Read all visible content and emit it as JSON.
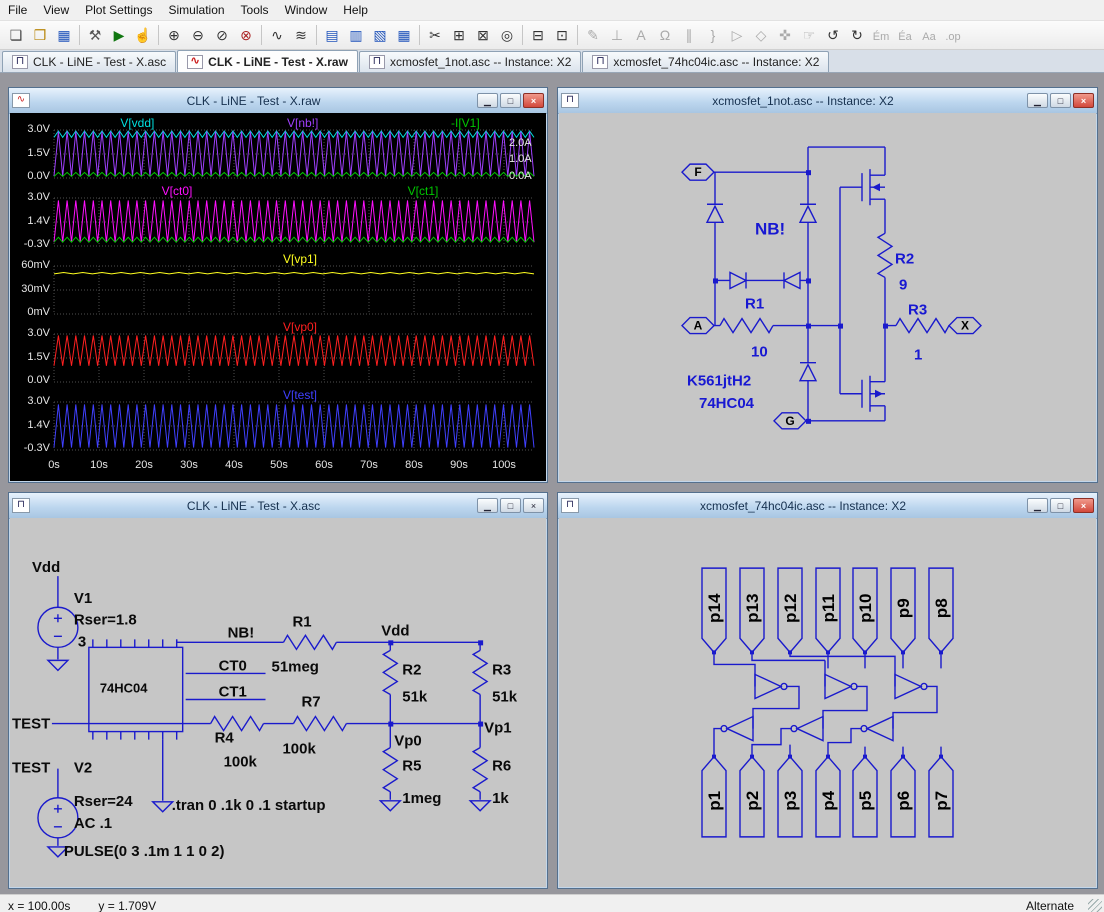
{
  "chrome": {
    "minimize_glyph": "▁",
    "maximize_glyph": "□",
    "close_glyph": "×"
  },
  "menubar": {
    "items": [
      "File",
      "View",
      "Plot Settings",
      "Simulation",
      "Tools",
      "Window",
      "Help"
    ]
  },
  "toolbar": {
    "icons": [
      {
        "name": "new-schematic",
        "glyph": "❏",
        "color": "#444"
      },
      {
        "name": "open-file",
        "glyph": "❒",
        "color": "#b8860b"
      },
      {
        "name": "save",
        "glyph": "▦",
        "color": "#2255bb"
      },
      {
        "name": "separator"
      },
      {
        "name": "control-panel",
        "glyph": "⚒",
        "color": "#555"
      },
      {
        "name": "run",
        "glyph": "▶",
        "color": "#117711"
      },
      {
        "name": "halt",
        "glyph": "☝",
        "color": "#555"
      },
      {
        "name": "separator"
      },
      {
        "name": "zoom-in",
        "glyph": "⊕",
        "color": "#333"
      },
      {
        "name": "zoom-out",
        "glyph": "⊖",
        "color": "#333"
      },
      {
        "name": "zoom-back",
        "glyph": "⊘",
        "color": "#333"
      },
      {
        "name": "zoom-full-extents",
        "glyph": "⊗",
        "color": "#aa2222"
      },
      {
        "name": "separator"
      },
      {
        "name": "autorange",
        "glyph": "∿",
        "color": "#333"
      },
      {
        "name": "plot-settings",
        "glyph": "≋",
        "color": "#333"
      },
      {
        "name": "separator"
      },
      {
        "name": "tile-horizontal",
        "glyph": "▤",
        "color": "#2255bb"
      },
      {
        "name": "tile-vertical",
        "glyph": "▥",
        "color": "#2255bb"
      },
      {
        "name": "cascade-windows",
        "glyph": "▧",
        "color": "#2255bb"
      },
      {
        "name": "close-window",
        "glyph": "▦",
        "color": "#2255bb"
      },
      {
        "name": "separator"
      },
      {
        "name": "cut",
        "glyph": "✂",
        "color": "#333"
      },
      {
        "name": "copy",
        "glyph": "⊞",
        "color": "#333"
      },
      {
        "name": "paste",
        "glyph": "⊠",
        "color": "#333"
      },
      {
        "name": "find",
        "glyph": "◎",
        "color": "#333"
      },
      {
        "name": "separator"
      },
      {
        "name": "print",
        "glyph": "⊟",
        "color": "#333"
      },
      {
        "name": "print-preview",
        "glyph": "⊡",
        "color": "#333"
      },
      {
        "name": "separator"
      },
      {
        "name": "wire",
        "glyph": "✎",
        "disabled": true
      },
      {
        "name": "ground",
        "glyph": "⊥",
        "disabled": true
      },
      {
        "name": "label-net",
        "glyph": "A",
        "disabled": true
      },
      {
        "name": "resistor",
        "glyph": "Ω",
        "disabled": true
      },
      {
        "name": "capacitor",
        "glyph": "∥",
        "disabled": true
      },
      {
        "name": "inductor",
        "glyph": "}",
        "disabled": true
      },
      {
        "name": "diode",
        "glyph": "▷",
        "disabled": true
      },
      {
        "name": "component",
        "glyph": "◇",
        "disabled": true
      },
      {
        "name": "move",
        "glyph": "✜",
        "disabled": true
      },
      {
        "name": "drag",
        "glyph": "☞",
        "disabled": true
      },
      {
        "name": "undo",
        "glyph": "↺",
        "color": "#333"
      },
      {
        "name": "redo",
        "glyph": "↻",
        "color": "#333"
      },
      {
        "name": "rotate",
        "glyph": "Ém",
        "disabled": true
      },
      {
        "name": "mirror",
        "glyph": "Éa",
        "disabled": true
      },
      {
        "name": "text",
        "glyph": "Aa",
        "disabled": true
      },
      {
        "name": "spice-directive",
        "glyph": ".op",
        "disabled": true
      }
    ]
  },
  "tabbar": {
    "tabs": [
      {
        "label": "CLK - LiNE - Test - X.asc",
        "kind": "schematic",
        "active": false
      },
      {
        "label": "CLK - LiNE - Test - X.raw",
        "kind": "waveform",
        "active": true
      },
      {
        "label": "xcmosfet_1not.asc -- Instance: X2",
        "kind": "schematic",
        "active": false
      },
      {
        "label": "xcmosfet_74hc04ic.asc -- Instance: X2",
        "kind": "schematic",
        "active": false
      }
    ]
  },
  "windows": {
    "raw": {
      "title": "CLK - LiNE - Test - X.raw",
      "x_ticks": [
        "0s",
        "10s",
        "20s",
        "30s",
        "40s",
        "50s",
        "60s",
        "70s",
        "80s",
        "90s",
        "100s"
      ],
      "panes": [
        {
          "traces": [
            {
              "label": "V[vdd]",
              "color": "#00e0e0",
              "band": [
                0.86,
                1.0
              ],
              "cycles": 55
            },
            {
              "label": "V[nb!]",
              "color": "#a040ff",
              "band": [
                0.02,
                0.99
              ],
              "cycles": 55
            },
            {
              "label": "-I[V1]",
              "color": "#00c800",
              "band": [
                0.01,
                0.1
              ],
              "cycles": 55
            }
          ],
          "left_ticks": [
            "3.0V",
            "1.5V",
            "0.0V"
          ],
          "right_ticks": [
            "2.0A",
            "1.0A",
            "0.0A"
          ]
        },
        {
          "traces": [
            {
              "label": "V[ct0]",
              "color": "#ff10ff",
              "band": [
                0.06,
                0.97
              ],
              "cycles": 55
            },
            {
              "label": "V[ct1]",
              "color": "#00c800",
              "band": [
                0.06,
                0.17
              ],
              "cycles": 55
            }
          ],
          "left_ticks": [
            "3.0V",
            "1.4V",
            "-0.3V"
          ]
        },
        {
          "traces": [
            {
              "label": "V[vp1]",
              "color": "#ffff20",
              "band": [
                0.85,
                0.88
              ],
              "cycles": 25
            }
          ],
          "left_ticks": [
            "60mV",
            "30mV",
            "0mV"
          ]
        },
        {
          "traces": [
            {
              "label": "V[vp0]",
              "color": "#ff2020",
              "band": [
                0.33,
                0.99
              ],
              "cycles": 55
            }
          ],
          "left_ticks": [
            "3.0V",
            "1.5V",
            "0.0V"
          ]
        },
        {
          "traces": [
            {
              "label": "V[test]",
              "color": "#4040ff",
              "band": [
                0.03,
                0.97
              ],
              "cycles": 55
            }
          ],
          "left_ticks": [
            "3.0V",
            "1.4V",
            "-0.3V"
          ]
        }
      ]
    },
    "not1": {
      "title": "xcmosfet_1not.asc -- Instance: X2",
      "labels": {
        "nb": "NB!",
        "r1_name": "R1",
        "r1_value": "10",
        "r2_name": "R2",
        "r2_value": "9",
        "r3_name": "R3",
        "r3_value": "1",
        "device1": "K561jtH2",
        "device2": "74HC04",
        "port_f": "F",
        "port_a": "A",
        "port_g": "G",
        "port_x": "X"
      }
    },
    "main": {
      "title": "CLK - LiNE - Test - X.asc",
      "labels": {
        "vdd_top": "Vdd",
        "v1_name": "V1",
        "v1_rser": "Rser=1.8",
        "v1_value": "3",
        "ic_name": "74HC04",
        "nb": "NB!",
        "r1_name": "R1",
        "r1_value": "51meg",
        "ct0": "CT0",
        "ct1": "CT1",
        "vdd_mid": "Vdd",
        "r2_name": "R2",
        "r2_value": "51k",
        "r3_name": "R3",
        "r3_value": "51k",
        "r7_name": "R7",
        "r7_value": "100k",
        "r4_name": "R4",
        "r4_value": "100k",
        "test1": "TEST",
        "vp0": "Vp0",
        "vp1": "Vp1",
        "r5_name": "R5",
        "r5_value": "1meg",
        "r6_name": "R6",
        "r6_value": "1k",
        "test2": "TEST",
        "v2_name": "V2",
        "v2_rser": "Rser=24",
        "v2_ac": "AC .1",
        "v2_pulse": "PULSE(0 3 .1m 1 1 0 2)",
        "tran": ".tran 0 .1k 0 .1 startup"
      }
    },
    "ic": {
      "title": "xcmosfet_74hc04ic.asc -- Instance: X2",
      "top_pins": [
        "p14",
        "p13",
        "p12",
        "p11",
        "p10",
        "p9",
        "p8"
      ],
      "bottom_pins": [
        "p1",
        "p2",
        "p3",
        "p4",
        "p5",
        "p6",
        "p7"
      ]
    }
  },
  "statusbar": {
    "x_readout": "x = 100.00s",
    "y_readout": "y = 1.709V",
    "mode": "Alternate"
  }
}
